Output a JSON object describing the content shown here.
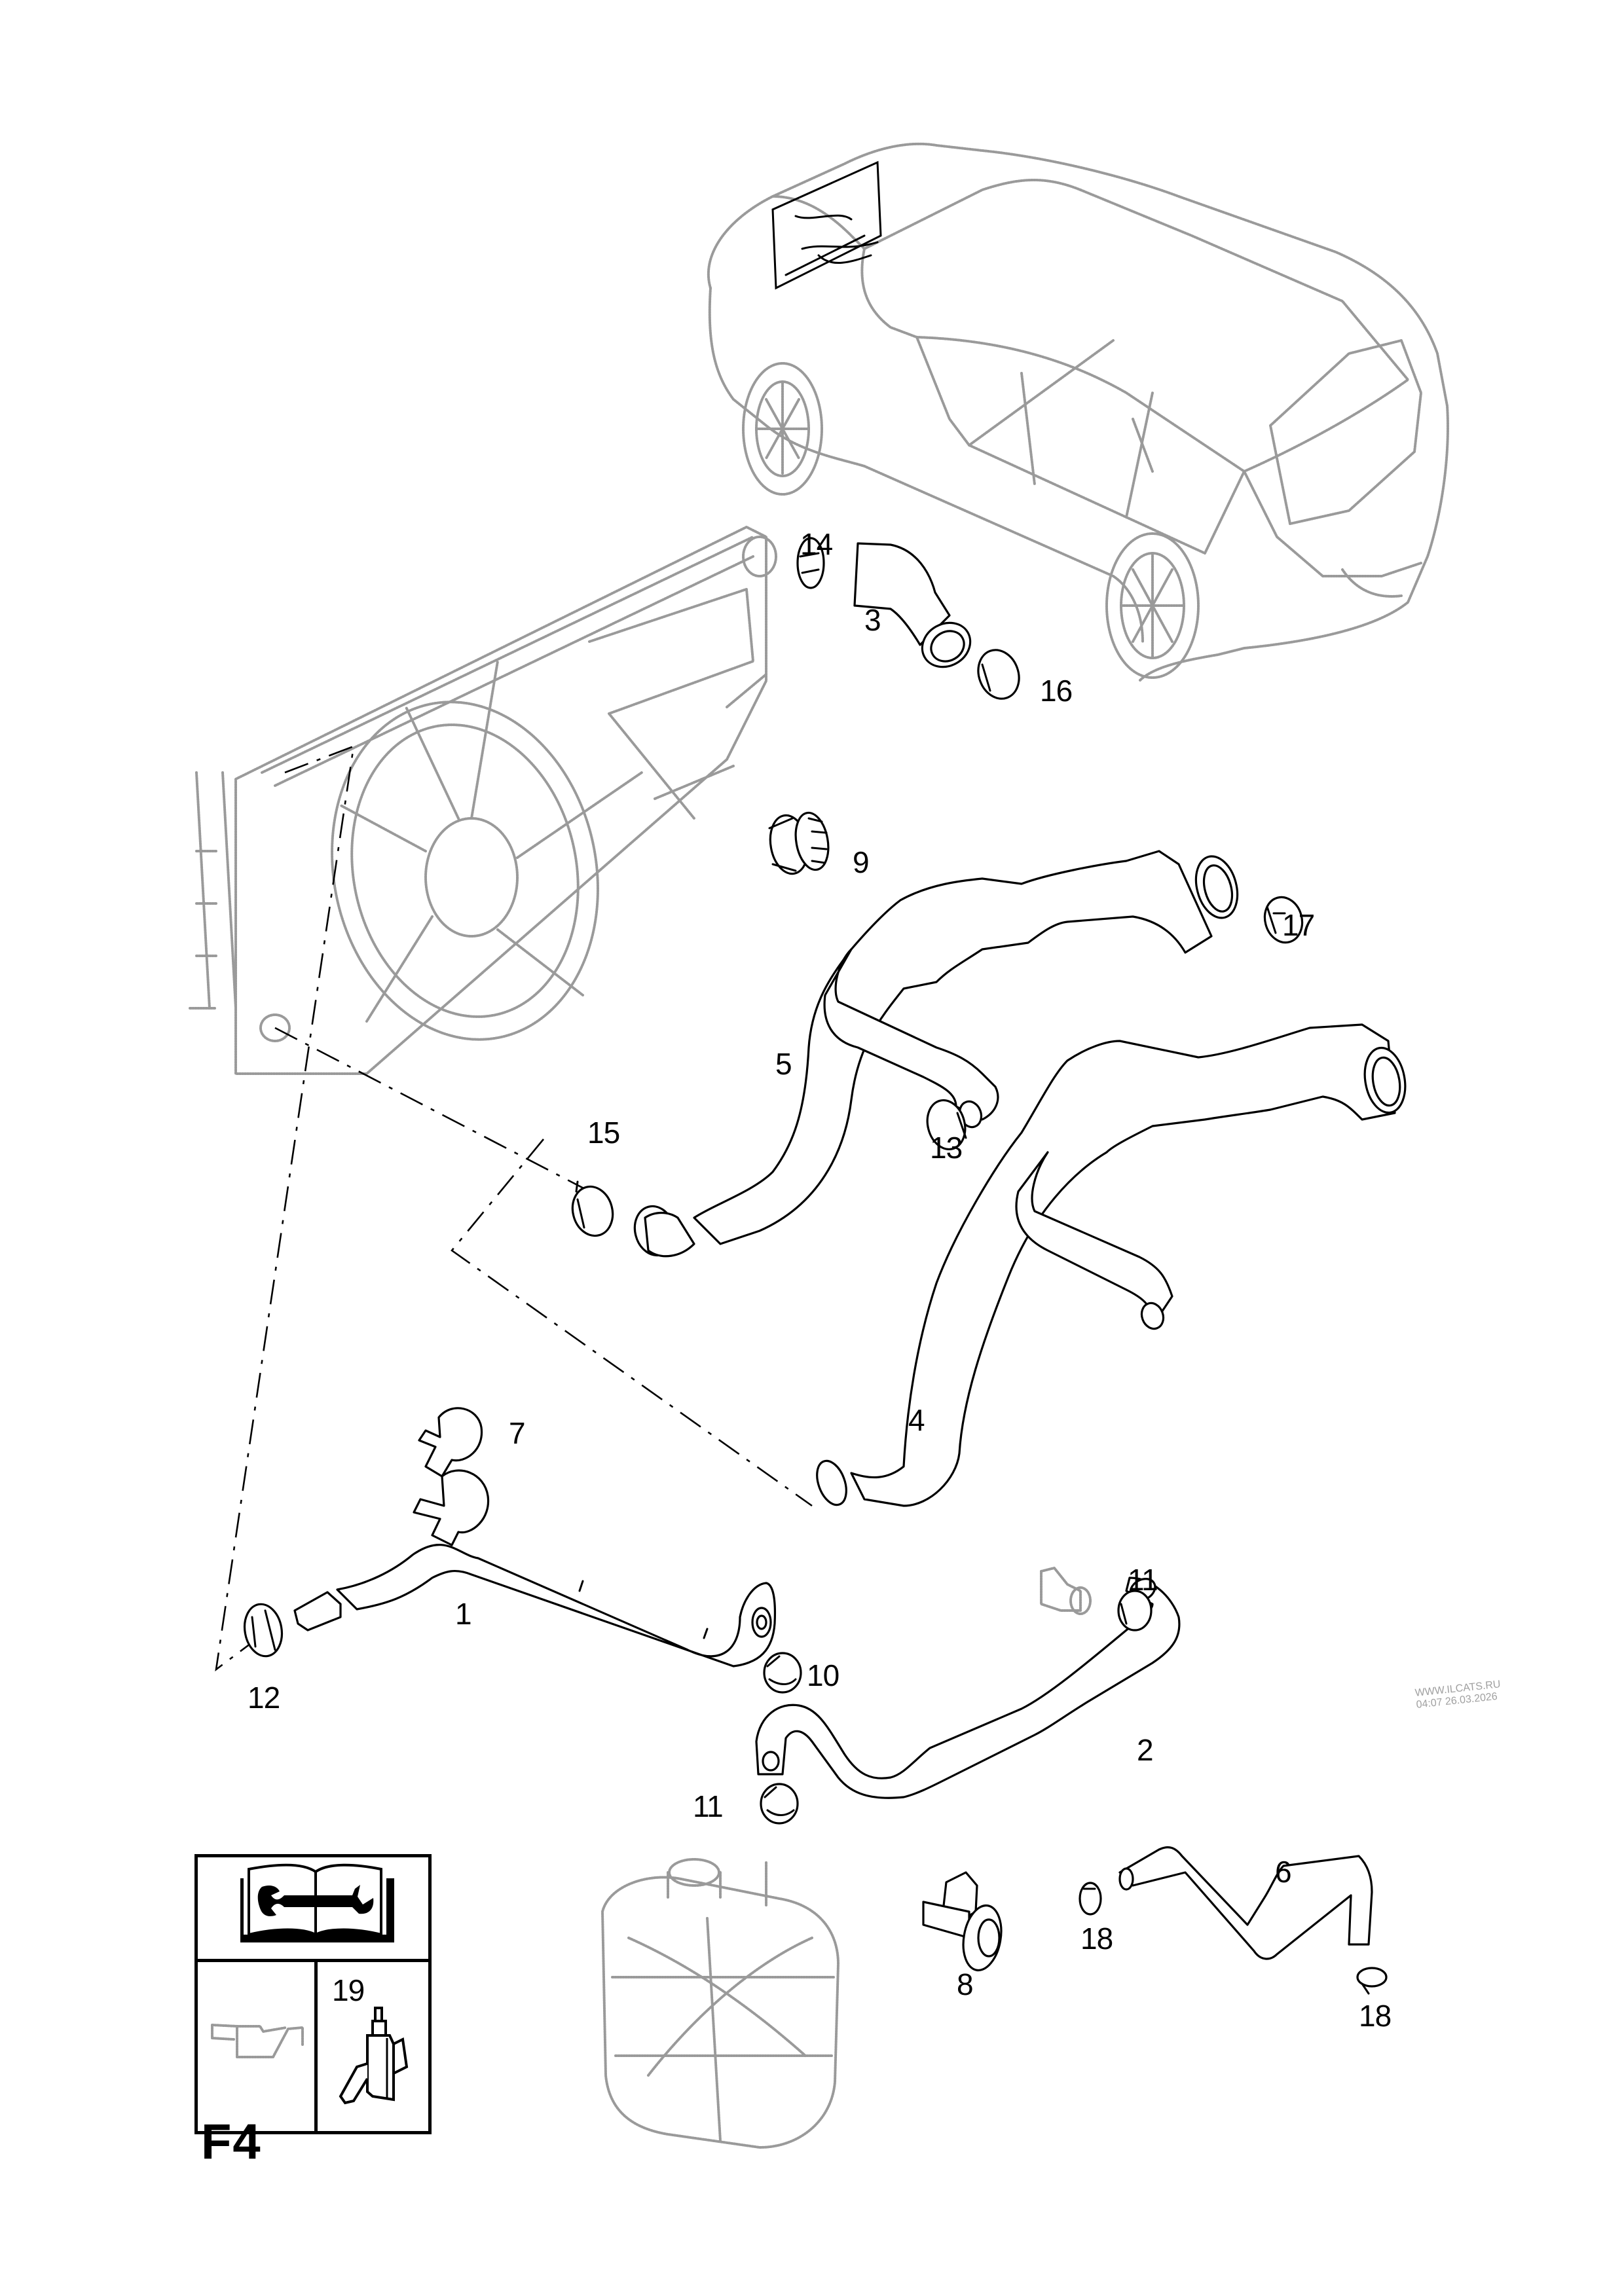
{
  "figure": {
    "code": "F4",
    "subject": "Cooling system hoses and clamps",
    "watermark": {
      "site": "WWW.ILCATS.RU",
      "timestamp": "04:07 26.03.2026"
    }
  },
  "callouts": [
    {
      "id": "c1",
      "label": "1"
    },
    {
      "id": "c2",
      "label": "2"
    },
    {
      "id": "c3",
      "label": "3"
    },
    {
      "id": "c4",
      "label": "4"
    },
    {
      "id": "c5",
      "label": "5"
    },
    {
      "id": "c6",
      "label": "6"
    },
    {
      "id": "c7",
      "label": "7"
    },
    {
      "id": "c8",
      "label": "8"
    },
    {
      "id": "c9",
      "label": "9"
    },
    {
      "id": "c10",
      "label": "10"
    },
    {
      "id": "c11a",
      "label": "11"
    },
    {
      "id": "c11b",
      "label": "11"
    },
    {
      "id": "c12",
      "label": "12"
    },
    {
      "id": "c13",
      "label": "13"
    },
    {
      "id": "c14",
      "label": "14"
    },
    {
      "id": "c15",
      "label": "15"
    },
    {
      "id": "c16",
      "label": "16"
    },
    {
      "id": "c17",
      "label": "17"
    },
    {
      "id": "c18a",
      "label": "18"
    },
    {
      "id": "c18b",
      "label": "18"
    }
  ],
  "legend": {
    "top_icon": "repair-manual-icon",
    "bottom_left_icon": "oil-can-icon",
    "bottom_right_label": "19",
    "bottom_right_icon": "sealant-bottle-icon"
  },
  "context_parts": [
    {
      "name": "vehicle",
      "icon": "hatchback-car-icon"
    },
    {
      "name": "radiator-with-fan",
      "icon": "radiator-icon"
    },
    {
      "name": "expansion-tank",
      "icon": "coolant-tank-icon"
    },
    {
      "name": "connector",
      "icon": "fitting-icon"
    }
  ]
}
